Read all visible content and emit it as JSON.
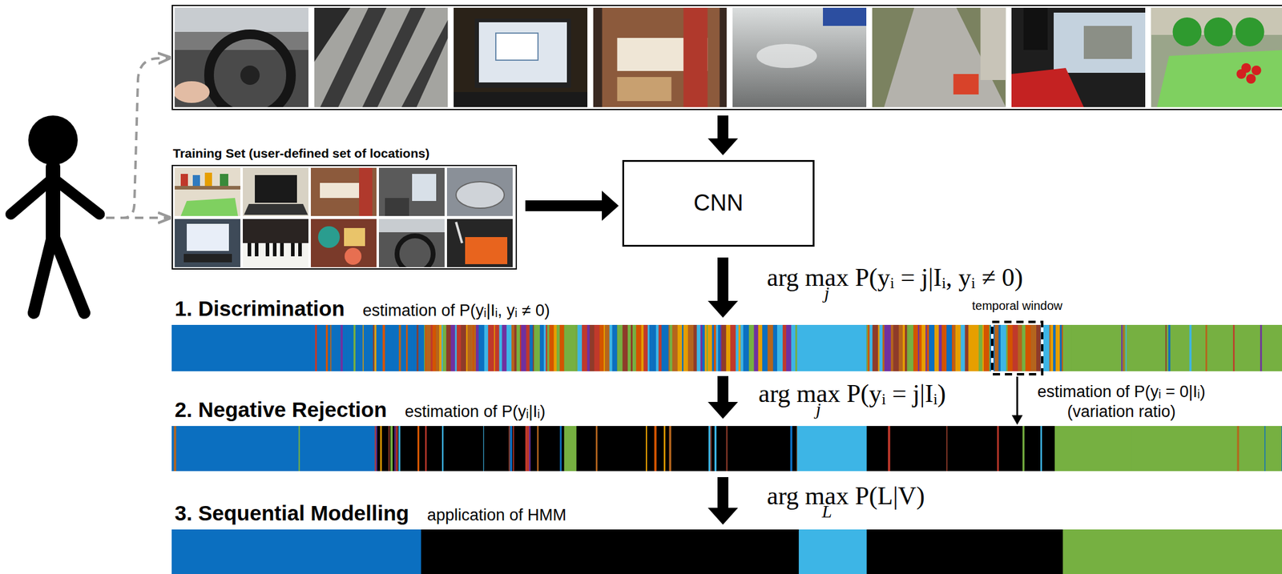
{
  "diagram": {
    "nodes": [
      {
        "text": [
          "Training Set (user-defined set of locations)"
        ]
      },
      {
        "text": [
          "CNN"
        ]
      },
      {
        "text": [
          "1. Discrimination",
          "estimation of P(yᵢ|Iᵢ, yᵢ ≠ 0)"
        ]
      },
      {
        "text": [
          "temporal window"
        ],
        "in": 2
      },
      {
        "text": [
          "2. Negative Rejection",
          "estimation of P(yᵢ|Iᵢ)"
        ]
      },
      {
        "text": [
          "3. Sequential Modelling",
          "application of HMM"
        ]
      }
    ],
    "edges": [
      {
        "from": 0,
        "to": 1,
        "arrow": "to"
      },
      {
        "from": 1,
        "to": 2,
        "arrow": "to",
        "label": "arg max P(yᵢ = j|Iᵢ, yᵢ ≠ 0)"
      },
      {
        "from": 2,
        "to": 4,
        "arrow": "to",
        "label": "arg max P(yᵢ = j|Iᵢ)"
      },
      {
        "from": 3,
        "to": 4,
        "arrow": "to",
        "label": "estimation of P(yᵢ = 0|Iᵢ)"
      },
      {
        "from": 4,
        "to": 5,
        "arrow": "to",
        "label": "arg max P(L|V)"
      }
    ],
    "labels": [
      "j",
      "j",
      "(variation ratio)",
      "L"
    ]
  }
}
